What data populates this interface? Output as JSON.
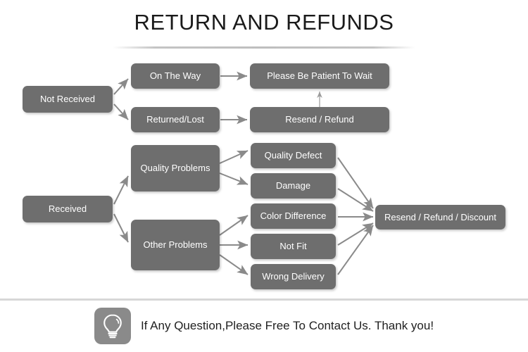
{
  "page": {
    "title": "RETURN AND REFUNDS",
    "background_color": "#ffffff",
    "node_color": "#6e6e6e",
    "node_text_color": "#ffffff",
    "connector_color": "#8a8a8a",
    "divider_color": "#d7d7d7"
  },
  "flow": {
    "nodes": {
      "not_received": "Not Received",
      "on_the_way": "On The Way",
      "returned_lost": "Returned/Lost",
      "please_wait": "Please Be Patient To Wait",
      "resend_refund": "Resend / Refund",
      "received": "Received",
      "quality_problems": "Quality Problems",
      "other_problems": "Other Problems",
      "quality_defect": "Quality Defect",
      "damage": "Damage",
      "color_difference": "Color Difference",
      "not_fit": "Not Fit",
      "wrong_delivery": "Wrong Delivery",
      "resend_refund_discount": "Resend / Refund / Discount"
    },
    "edges": [
      {
        "from": "not_received",
        "to": "on_the_way"
      },
      {
        "from": "not_received",
        "to": "returned_lost"
      },
      {
        "from": "on_the_way",
        "to": "please_wait"
      },
      {
        "from": "returned_lost",
        "to": "resend_refund"
      },
      {
        "from": "resend_refund",
        "to": "please_wait"
      },
      {
        "from": "received",
        "to": "quality_problems"
      },
      {
        "from": "received",
        "to": "other_problems"
      },
      {
        "from": "quality_problems",
        "to": "quality_defect"
      },
      {
        "from": "quality_problems",
        "to": "damage"
      },
      {
        "from": "other_problems",
        "to": "color_difference"
      },
      {
        "from": "other_problems",
        "to": "not_fit"
      },
      {
        "from": "other_problems",
        "to": "wrong_delivery"
      },
      {
        "from": "quality_defect",
        "to": "resend_refund_discount"
      },
      {
        "from": "damage",
        "to": "resend_refund_discount"
      },
      {
        "from": "color_difference",
        "to": "resend_refund_discount"
      },
      {
        "from": "not_fit",
        "to": "resend_refund_discount"
      },
      {
        "from": "wrong_delivery",
        "to": "resend_refund_discount"
      }
    ]
  },
  "footer": {
    "icon": "lightbulb-icon",
    "text": "If Any Question,Please Free To Contact Us. Thank you!"
  }
}
